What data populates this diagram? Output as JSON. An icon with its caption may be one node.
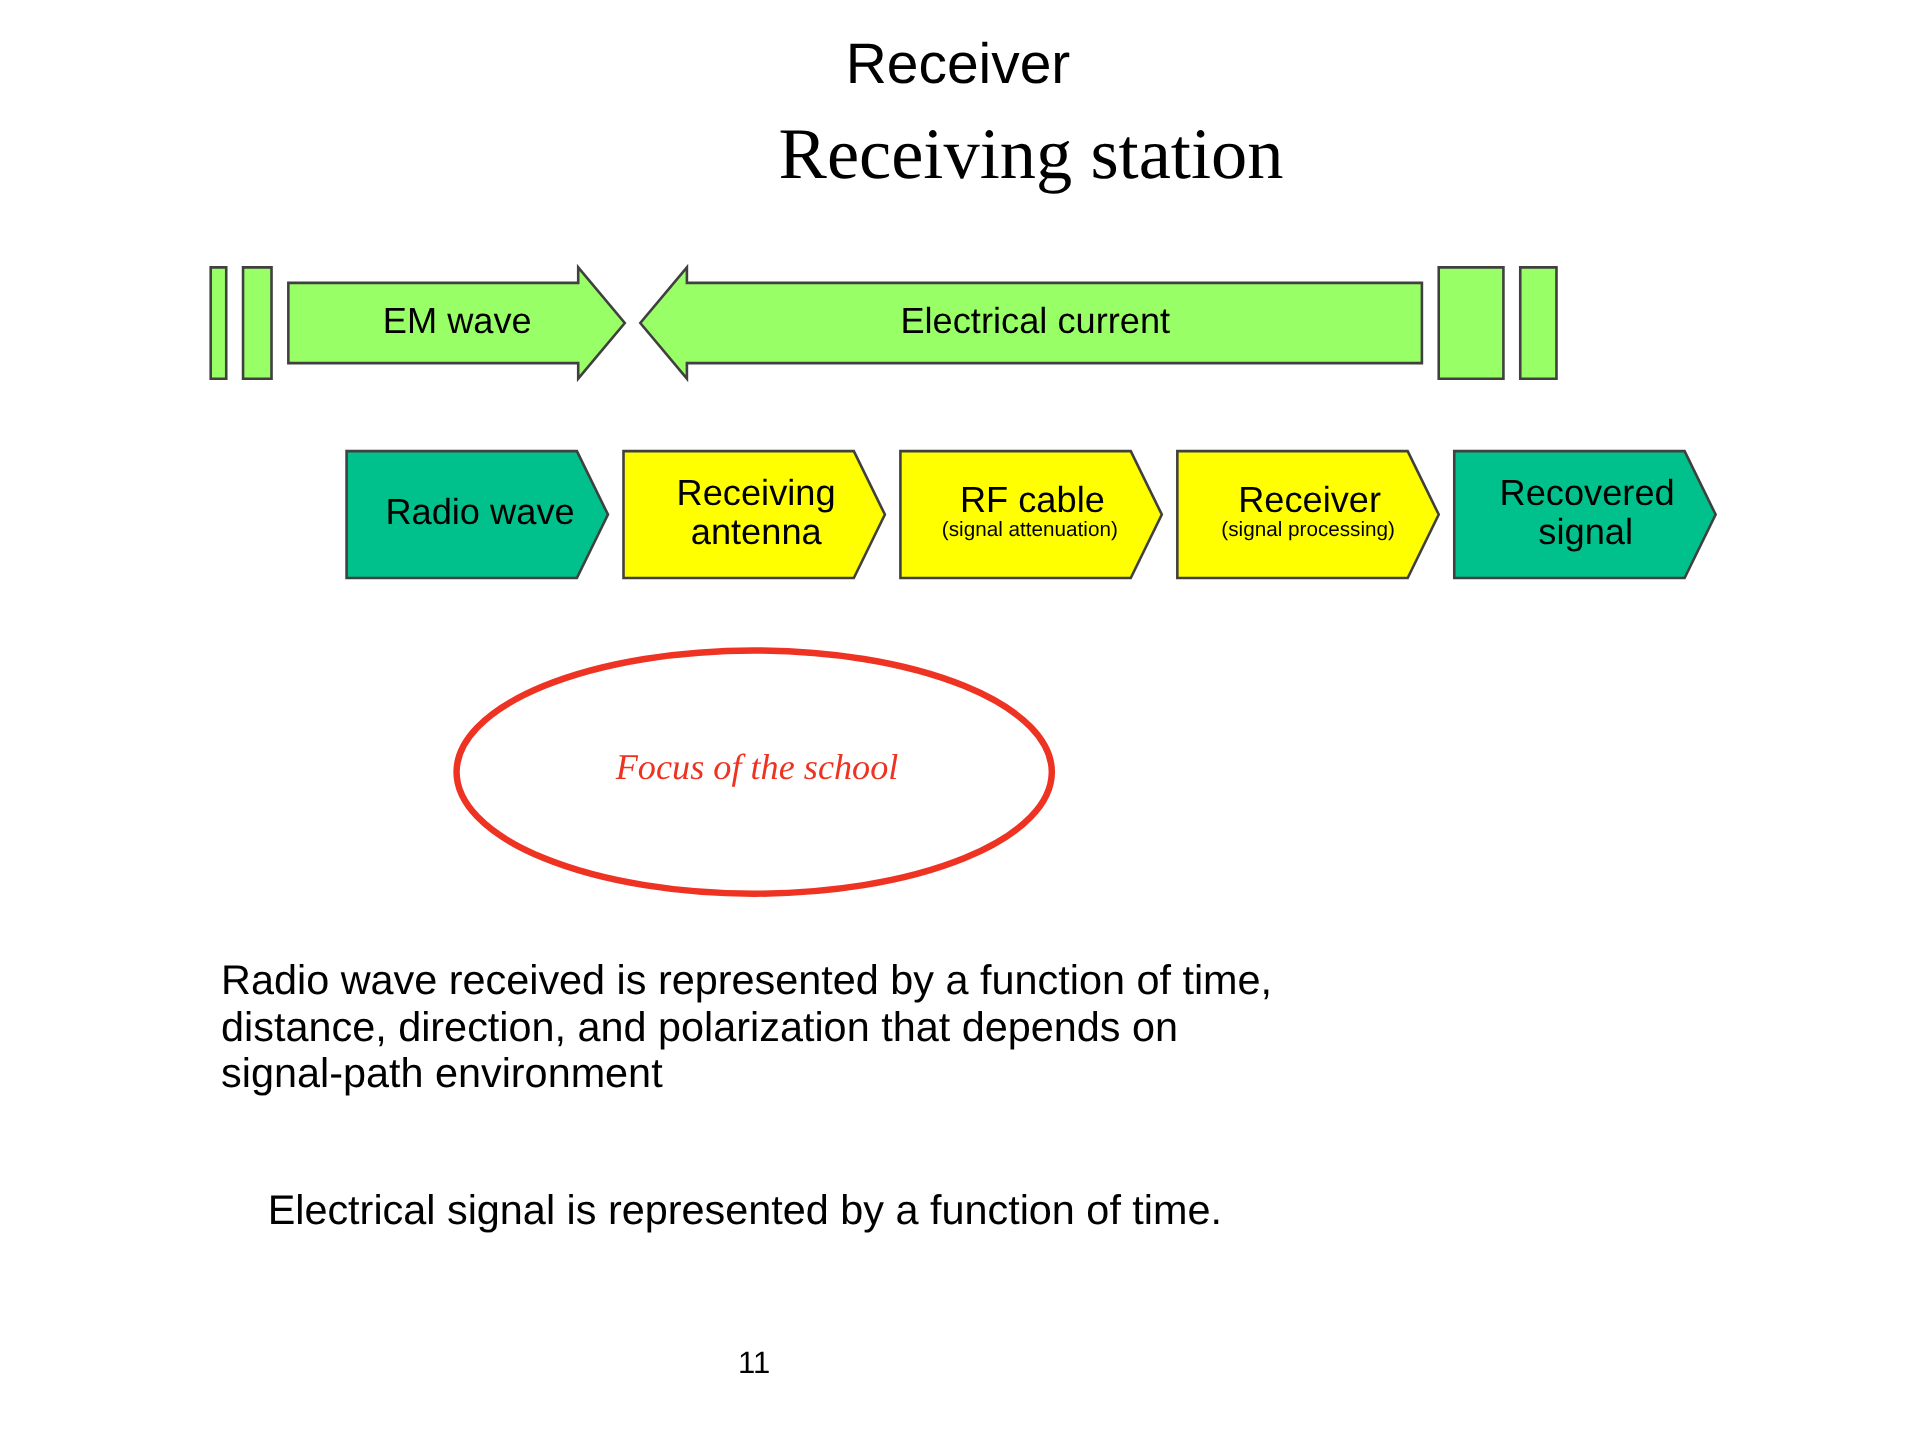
{
  "diagram": {
    "title": "Receiver",
    "nodes": [
      {
        "text": [],
        "shape": "bar"
      },
      {
        "text": [],
        "shape": "bar"
      },
      {
        "text": [
          "EM wave"
        ]
      },
      {
        "text": [
          "Electrical current"
        ]
      },
      {
        "text": [],
        "shape": "bar"
      },
      {
        "text": [],
        "shape": "bar"
      },
      {
        "text": [
          "Radio wave"
        ]
      },
      {
        "text": [
          "Receiving antenna"
        ]
      },
      {
        "text": [
          "RF cable",
          "(signal attenuation)"
        ]
      },
      {
        "text": [
          "Receiver",
          "(signal processing)"
        ]
      },
      {
        "text": [
          "Recovered signal"
        ]
      },
      {
        "text": [
          "Focus of the school"
        ]
      }
    ],
    "labels": [
      "Receiving station",
      "Radio wave received is represented by a function of time, distance, direction, and polarization that depends on signal-path environment",
      "Electrical signal is represented by a function of time.",
      "11"
    ]
  }
}
